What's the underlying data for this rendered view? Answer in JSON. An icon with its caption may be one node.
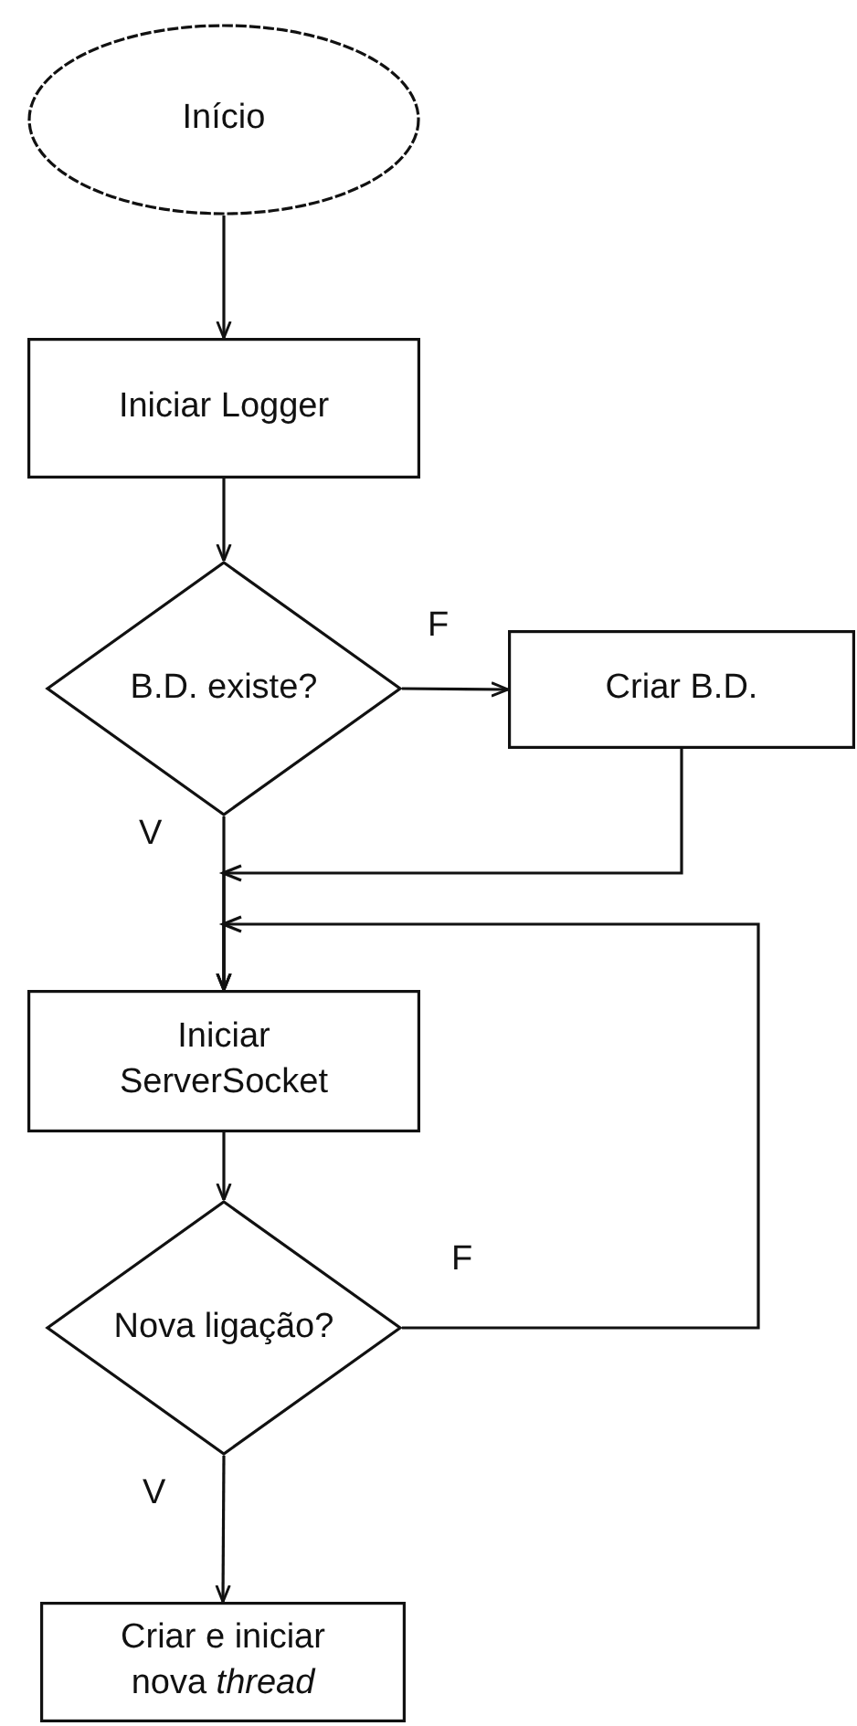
{
  "diagram": {
    "nodes": [
      {
        "text": [
          "Início"
        ]
      },
      {
        "text": [
          "Iniciar Logger"
        ]
      },
      {
        "text": [
          "B.D. existe?"
        ]
      },
      {
        "text": [
          "Criar B.D."
        ]
      },
      {
        "text": [
          "Iniciar ServerSocket"
        ]
      },
      {
        "text": [
          "Nova ligação?"
        ]
      },
      {
        "text": [
          "Criar e iniciar nova *thread*"
        ]
      }
    ],
    "edges": [
      {
        "from": 0,
        "to": 1,
        "arrow": "to"
      },
      {
        "from": 1,
        "to": 2,
        "arrow": "to"
      },
      {
        "from": 2,
        "to": 3,
        "arrow": "to",
        "label": "F"
      },
      {
        "from": 2,
        "to": 4,
        "arrow": "to",
        "label": "V"
      },
      {
        "from": 3,
        "to": 4,
        "arrow": "to"
      },
      {
        "from": 4,
        "to": 5,
        "arrow": "to"
      },
      {
        "from": 5,
        "to": 4,
        "arrow": "to",
        "label": "F"
      },
      {
        "from": 5,
        "to": 6,
        "arrow": "to",
        "label": "V"
      }
    ]
  }
}
